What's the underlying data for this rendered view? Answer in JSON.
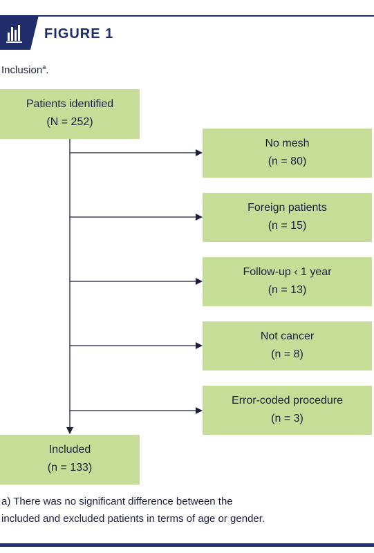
{
  "header": {
    "title": "FIGURE 1",
    "icon": "bar-chart-icon",
    "accent_color": "#1f2e6b"
  },
  "caption": {
    "text": "Inclusion",
    "marker": "a"
  },
  "flowchart": {
    "box_color": "#c6dd97",
    "start": {
      "label": "Patients identified",
      "count": "(N = 252)"
    },
    "exclusions": [
      {
        "label": "No mesh",
        "count": "(n = 80)"
      },
      {
        "label": "Foreign patients",
        "count": "(n = 15)"
      },
      {
        "label": "Follow-up ‹ 1 year",
        "count": "(n = 13)"
      },
      {
        "label": "Not cancer",
        "count": "(n = 8)"
      },
      {
        "label": "Error-coded procedure",
        "count": "(n = 3)"
      }
    ],
    "end": {
      "label": "Included",
      "count": "(n = 133)"
    }
  },
  "footnote": {
    "line1": "a) There was no significant difference between the",
    "line2": "included and excluded patients in terms of age or gender."
  }
}
